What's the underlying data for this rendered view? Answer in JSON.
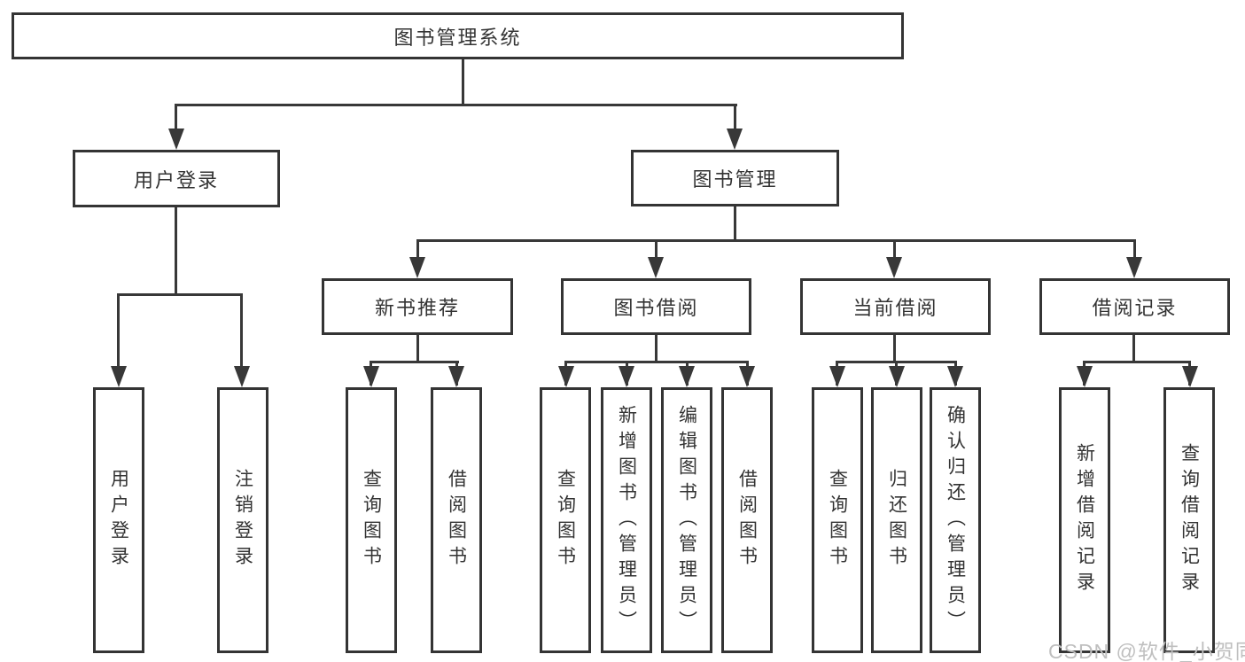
{
  "diagram": {
    "root": {
      "label": "图书管理系统"
    },
    "branches": [
      {
        "label": "用户登录",
        "leaves": [
          {
            "label": "用户登录"
          },
          {
            "label": "注销登录"
          }
        ]
      },
      {
        "label": "图书管理",
        "children": [
          {
            "label": "新书推荐",
            "leaves": [
              {
                "label": "查询图书"
              },
              {
                "label": "借阅图书"
              }
            ]
          },
          {
            "label": "图书借阅",
            "leaves": [
              {
                "label": "查询图书"
              },
              {
                "label": "新增图书（管理员）"
              },
              {
                "label": "编辑图书（管理员）"
              },
              {
                "label": "借阅图书"
              }
            ]
          },
          {
            "label": "当前借阅",
            "leaves": [
              {
                "label": "查询图书"
              },
              {
                "label": "归还图书"
              },
              {
                "label": "确认归还（管理员）"
              }
            ]
          },
          {
            "label": "借阅记录",
            "leaves": [
              {
                "label": "新增借阅记录"
              },
              {
                "label": "查询借阅记录"
              }
            ]
          }
        ]
      }
    ]
  },
  "watermark": {
    "text": "CSDN @软件_小贺同学"
  },
  "colors": {
    "line": "#383838",
    "box_border": "#343434",
    "text": "#333333",
    "watermark": "#bfbfbf",
    "background": "#ffffff"
  }
}
